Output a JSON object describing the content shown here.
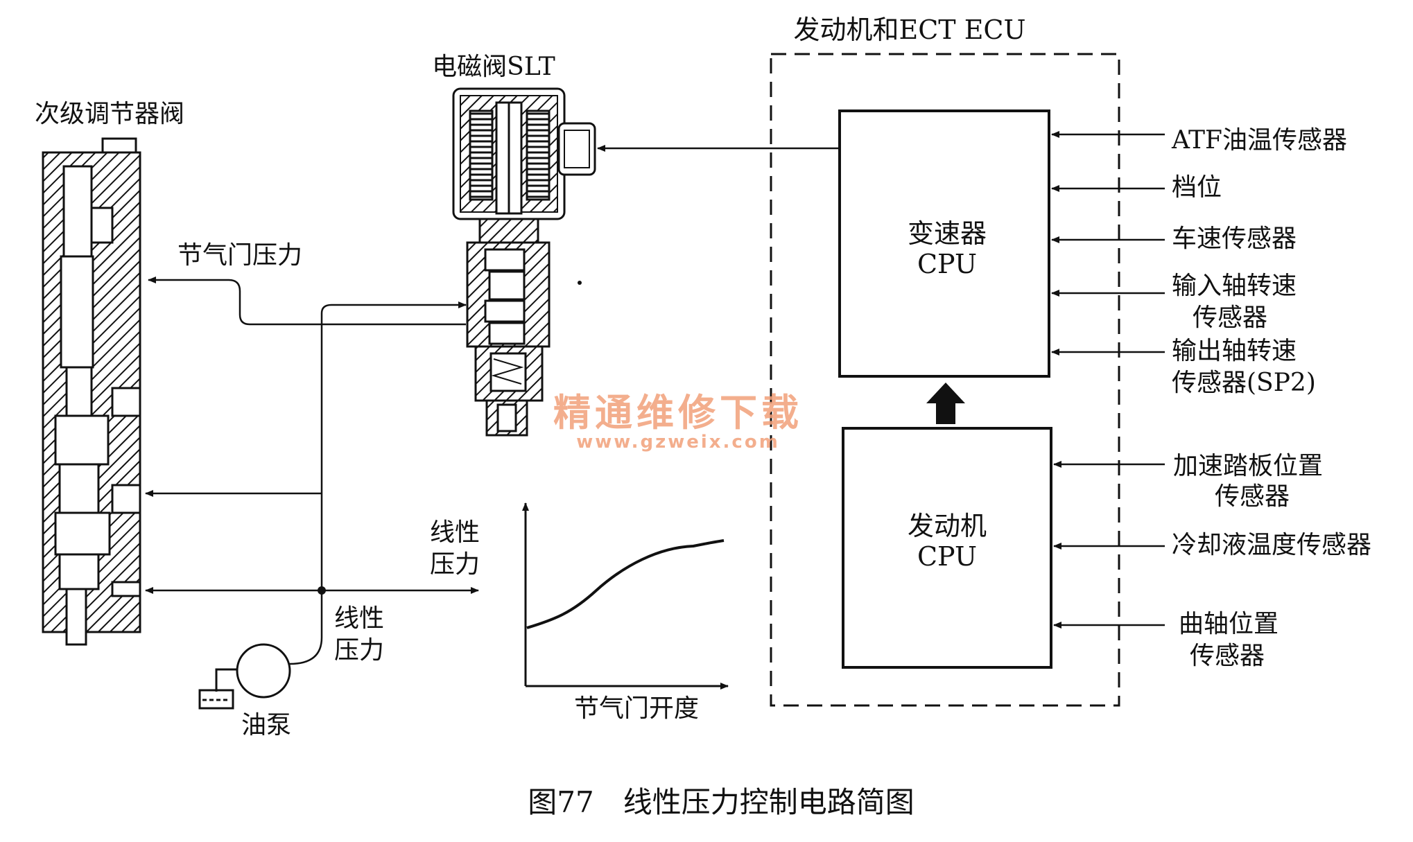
{
  "ecu": {
    "title": "发动机和ECT ECU",
    "transmission_cpu": {
      "line1": "变速器",
      "line2": "CPU"
    },
    "engine_cpu": {
      "line1": "发动机",
      "line2": "CPU"
    }
  },
  "solenoid_label": "电磁阀SLT",
  "secondary_regulator_label": "次级调节器阀",
  "throttle_pressure_label": "节气门压力",
  "line_pressure_right": {
    "line1": "线性",
    "line2": "压力"
  },
  "line_pressure_below": {
    "line1": "线性",
    "line2": "压力"
  },
  "pump_label": "油泵",
  "graph": {
    "xlabel": "节气门开度"
  },
  "inputs_transmission": [
    {
      "line1": "ATF油温传感器",
      "line2": ""
    },
    {
      "line1": "档位",
      "line2": ""
    },
    {
      "line1": "车速传感器",
      "line2": ""
    },
    {
      "line1": "输入轴转速",
      "line2": "传感器"
    },
    {
      "line1": "输出轴转速",
      "line2": "传感器(SP2)"
    }
  ],
  "inputs_engine": [
    {
      "line1": "加速踏板位置",
      "line2": "传感器"
    },
    {
      "line1": "冷却液温度传感器",
      "line2": ""
    },
    {
      "line1": "曲轴位置",
      "line2": "传感器"
    }
  ],
  "watermark": {
    "line1": "精通维修下载",
    "line2": "www.gzweix.com"
  },
  "caption": "图77　线性压力控制电路简图",
  "colors": {
    "ink": "#111111",
    "watermark": "#f2a07a"
  }
}
